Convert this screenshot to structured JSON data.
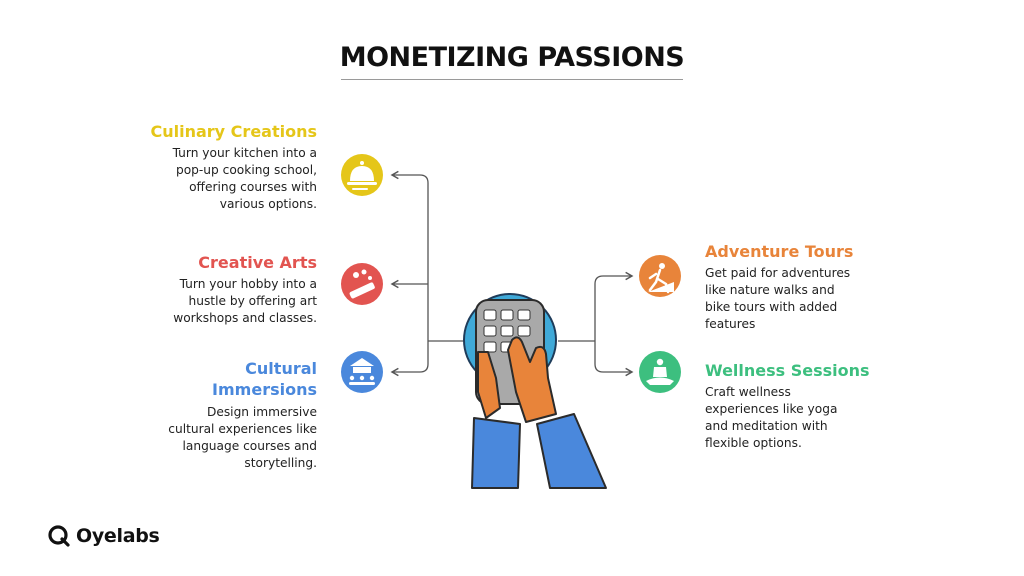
{
  "title": "MONETIZING PASSIONS",
  "items": [
    {
      "id": "culinary",
      "heading": "Culinary Creations",
      "description": "Turn your kitchen into a pop-up cooking school, offering courses with various options.",
      "lines": [
        "Turn your kitchen into a",
        "pop-up cooking school,",
        "offering courses with",
        "various options."
      ],
      "color": "#E5C619",
      "icon": "cloche-icon"
    },
    {
      "id": "creative",
      "heading": "Creative Arts",
      "description": "Turn your hobby into a hustle by offering art workshops and classes.",
      "lines": [
        "Turn your hobby into a",
        "hustle by offering art",
        "workshops and classes."
      ],
      "color": "#E25450",
      "icon": "art-supplies-icon"
    },
    {
      "id": "cultural",
      "heading": "Cultural Immersions",
      "heading_lines": [
        "Cultural",
        "Immersions"
      ],
      "description": "Design immersive cultural experiences like language courses and storytelling.",
      "lines": [
        "Design immersive",
        "cultural experiences like",
        "language courses and",
        "storytelling."
      ],
      "color": "#4A88DC",
      "icon": "temple-people-icon"
    },
    {
      "id": "adventure",
      "heading": "Adventure Tours",
      "description": "Get paid for adventures like nature walks and bike tours with added features",
      "lines": [
        "Get paid for adventures",
        "like nature walks and",
        "bike tours with added",
        "features"
      ],
      "color": "#E8843A",
      "icon": "hiker-icon"
    },
    {
      "id": "wellness",
      "heading": "Wellness Sessions",
      "description": "Craft wellness experiences like yoga and meditation with flexible options.",
      "lines": [
        "Craft wellness",
        "experiences like yoga",
        "and meditation with",
        "flexible options."
      ],
      "color": "#3DBF7F",
      "icon": "meditation-icon"
    }
  ],
  "brand": {
    "name": "Oyelabs",
    "icon": "oyelabs-logo-icon"
  },
  "center_icon": "hand-on-calculator-icon",
  "colors": {
    "connector": "#555555",
    "sleeve": "#4A88DC",
    "hand": "#E8843A",
    "device": "#A9A9A9",
    "globe": "#3FA9D8"
  }
}
